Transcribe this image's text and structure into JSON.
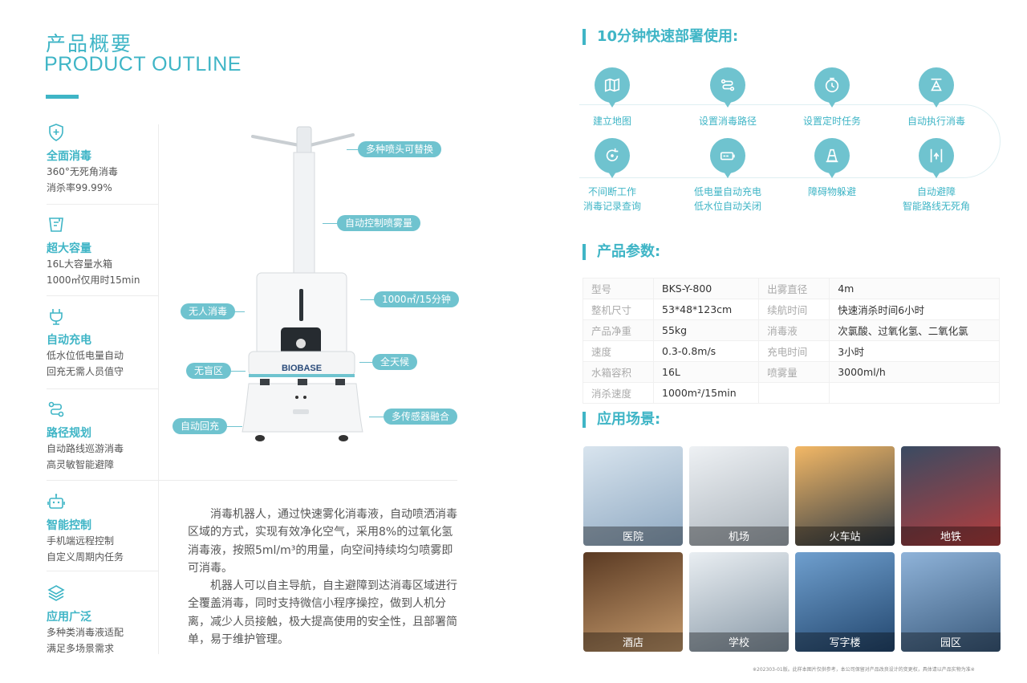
{
  "header": {
    "title_cn": "产品概要",
    "title_en": "PRODUCT OUTLINE"
  },
  "features": [
    {
      "icon": "shield-icon",
      "name": "全面消毒",
      "lines": [
        "360°无死角消毒",
        "消杀率99.99%"
      ]
    },
    {
      "icon": "tank-icon",
      "name": "超大容量",
      "lines": [
        "16L大容量水箱",
        "1000㎡仅用时15min"
      ]
    },
    {
      "icon": "plug-icon",
      "name": "自动充电",
      "lines": [
        "低水位低电量自动",
        "回充无需人员值守"
      ]
    },
    {
      "icon": "route-icon",
      "name": "路径规划",
      "lines": [
        "自动路线巡游消毒",
        "高灵敏智能避障"
      ]
    },
    {
      "icon": "robot-icon",
      "name": "智能控制",
      "lines": [
        "手机端远程控制",
        "自定义周期内任务"
      ]
    },
    {
      "icon": "layers-icon",
      "name": "应用广泛",
      "lines": [
        "多种类消毒液适配",
        "满足多场景需求"
      ]
    }
  ],
  "robot": {
    "brand": "BIOBASE",
    "callouts": {
      "nozzle": "多种喷头可替换",
      "spray": "自动控制喷雾量",
      "area": "1000㎡/15分钟",
      "unmanned": "无人消毒",
      "allday": "全天候",
      "noblind": "无盲区",
      "sensor": "多传感器融合",
      "recharge": "自动回充"
    }
  },
  "description": [
    "消毒机器人，通过快速雾化消毒液，自动喷洒消毒区域的方式，实现有效净化空气，采用8%的过氧化氢消毒液，按照5ml/m³的用量，向空间持续均匀喷雾即可消毒。",
    "机器人可以自主导航，自主避障到达消毒区域进行全覆盖消毒，同时支持微信小程序操控，做到人机分离，减少人员接触，极大提高使用的安全性，且部署简单，易于维护管理。"
  ],
  "deploy": {
    "title": "10分钟快速部署使用:",
    "steps": [
      {
        "icon": "map-icon",
        "lines": [
          "建立地图"
        ]
      },
      {
        "icon": "path-icon",
        "lines": [
          "设置消毒路径"
        ]
      },
      {
        "icon": "timer-icon",
        "lines": [
          "设置定时任务"
        ]
      },
      {
        "icon": "execute-icon",
        "lines": [
          "自动执行消毒"
        ]
      },
      {
        "icon": "cycle-icon",
        "lines": [
          "不间断工作",
          "消毒记录查询"
        ]
      },
      {
        "icon": "battery-icon",
        "lines": [
          "低电量自动充电",
          "低水位自动关闭"
        ]
      },
      {
        "icon": "cone-icon",
        "lines": [
          "障碍物躲避"
        ]
      },
      {
        "icon": "avoid-icon",
        "lines": [
          "自动避障",
          "智能路线无死角"
        ]
      }
    ]
  },
  "params": {
    "title": "产品参数:",
    "rows": [
      [
        "型号",
        "BKS-Y-800",
        "出雾直径",
        "4m"
      ],
      [
        "整机尺寸",
        "53*48*123cm",
        "续航时间",
        "快速消杀时间6小时"
      ],
      [
        "产品净重",
        "55kg",
        "消毒液",
        "次氯酸、过氧化氢、二氧化氯"
      ],
      [
        "速度",
        "0.3-0.8m/s",
        "充电时间",
        "3小时"
      ],
      [
        "水箱容积",
        "16L",
        "喷雾量",
        "3000ml/h"
      ],
      [
        "消杀速度",
        "1000m²/15min",
        "",
        ""
      ]
    ]
  },
  "scenes": {
    "title": "应用场景:",
    "items": [
      {
        "label": "医院",
        "colors": [
          "#d8e4ee",
          "#8fa9c2"
        ]
      },
      {
        "label": "机场",
        "colors": [
          "#eef1f4",
          "#a9b2ba"
        ]
      },
      {
        "label": "火车站",
        "colors": [
          "#f3b866",
          "#2f3a45"
        ]
      },
      {
        "label": "地铁",
        "colors": [
          "#3a4b62",
          "#b53d3d"
        ]
      },
      {
        "label": "酒店",
        "colors": [
          "#5a3a23",
          "#c69b6d"
        ]
      },
      {
        "label": "学校",
        "colors": [
          "#e9eef2",
          "#8a9aa8"
        ]
      },
      {
        "label": "写字楼",
        "colors": [
          "#6f9fce",
          "#23476f"
        ]
      },
      {
        "label": "园区",
        "colors": [
          "#8fb3d9",
          "#3b5b7d"
        ]
      }
    ]
  },
  "footnote": "※202303-01版。此样本图片仅供参考，本公司保留对产品改良设计的变更权，具体请以产品实物为准※"
}
